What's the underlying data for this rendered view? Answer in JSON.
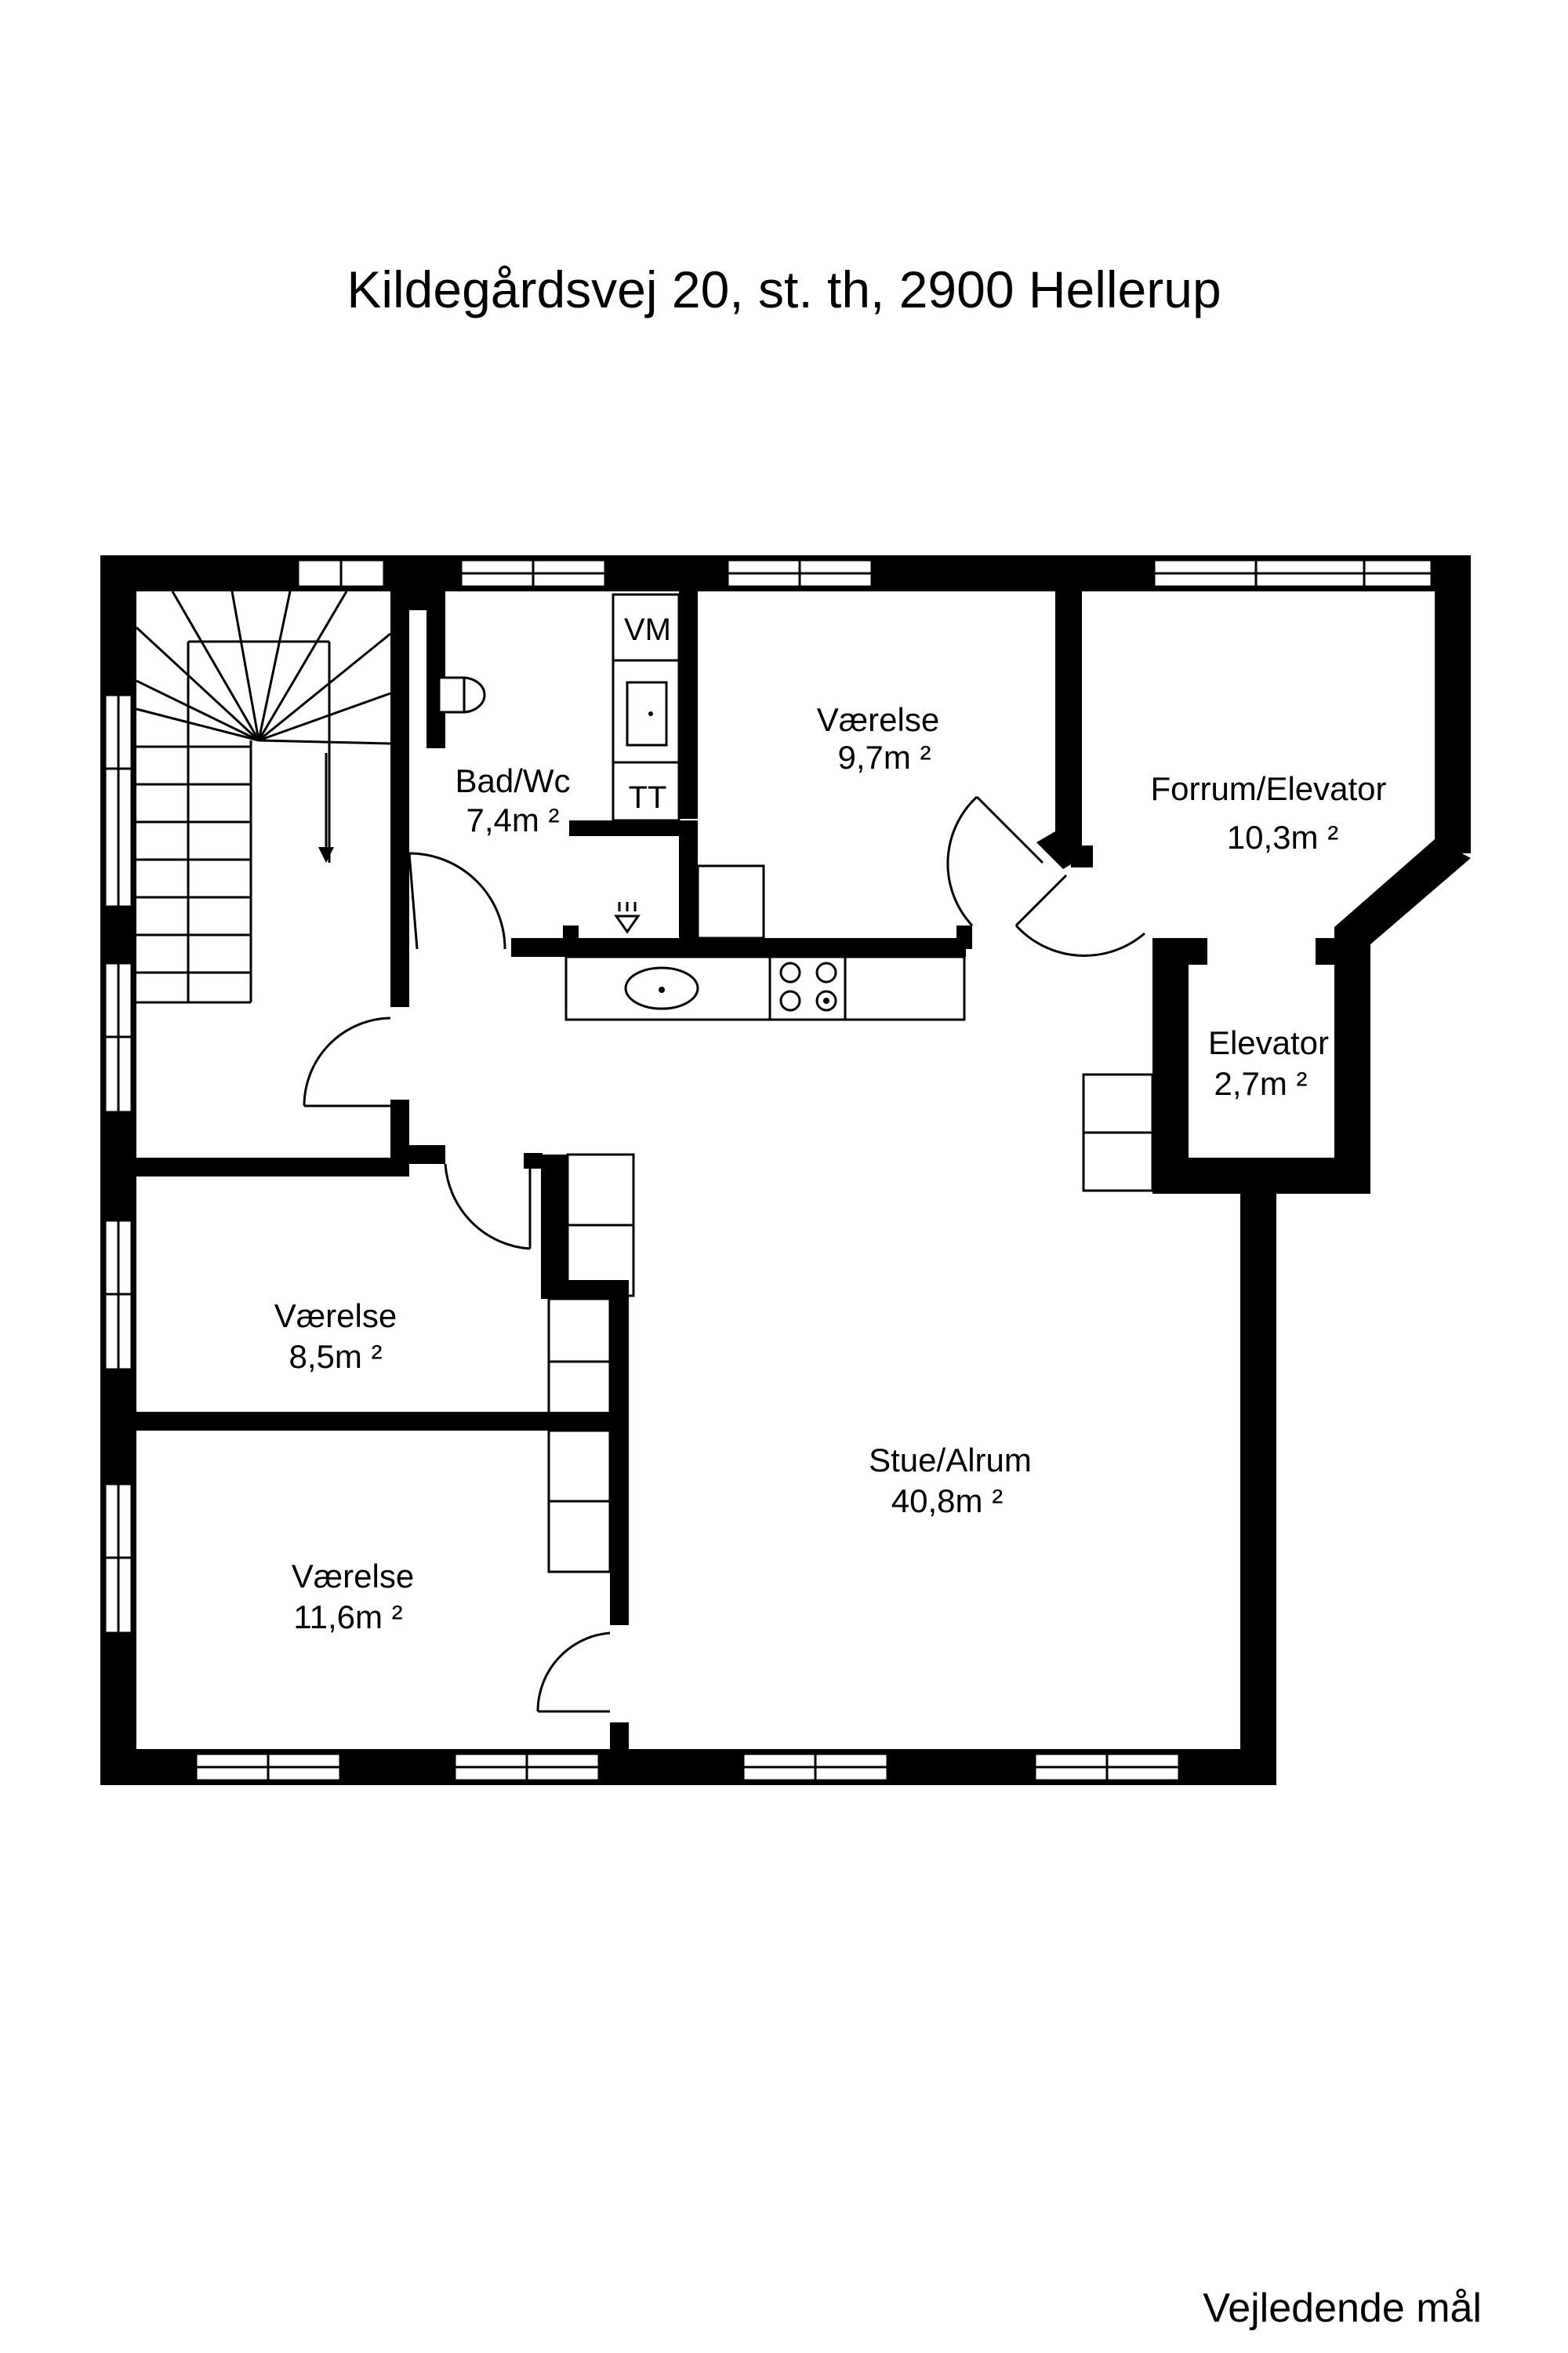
{
  "title": "Kildegårdsvej 20, st. th, 2900 Hellerup",
  "rooms": [
    {
      "name": "Bad/Wc",
      "area": "7,4m ²"
    },
    {
      "name": "Værelse",
      "area": "9,7m ²"
    },
    {
      "name": "Forrum/Elevator",
      "area": "10,3m ²"
    },
    {
      "name": "Elevator",
      "area": "2,7m ²"
    },
    {
      "name": "Værelse",
      "area": "8,5m ²"
    },
    {
      "name": "Stue/Alrum",
      "area": "40,8m ²"
    },
    {
      "name": "Værelse",
      "area": "11,6m ²"
    }
  ],
  "fixtures": {
    "washing_machine": "VM",
    "tumble_dryer": "TT"
  },
  "footer_note": "Vejledende mål"
}
